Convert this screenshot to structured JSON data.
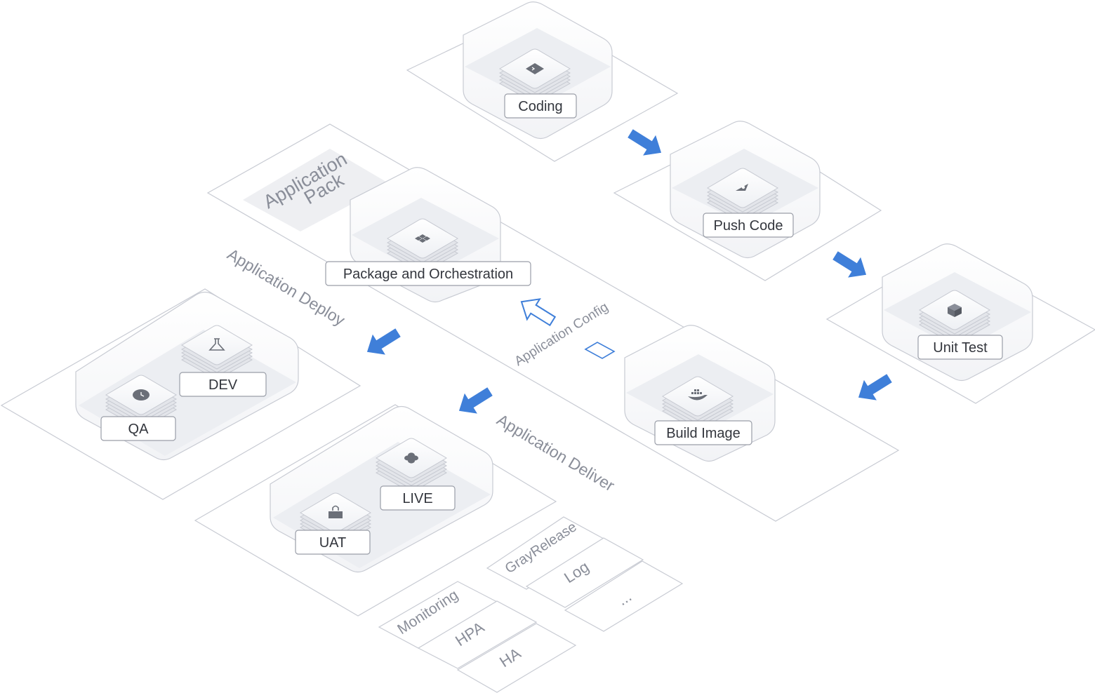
{
  "stations": [
    {
      "id": "coding",
      "label": "Coding",
      "icon": "terminal-icon"
    },
    {
      "id": "push-code",
      "label": "Push Code",
      "icon": "rocket-icon"
    },
    {
      "id": "unit-test",
      "label": "Unit Test",
      "icon": "cube-icon"
    },
    {
      "id": "build-image",
      "label": "Build Image",
      "icon": "docker-whale-icon"
    },
    {
      "id": "package",
      "label": "Package and Orchestration",
      "icon": "grid-icon"
    },
    {
      "id": "qa",
      "label": "QA",
      "icon": "clock-icon"
    },
    {
      "id": "dev",
      "label": "DEV",
      "icon": "flask-icon"
    },
    {
      "id": "uat",
      "label": "UAT",
      "icon": "lock-icon"
    },
    {
      "id": "live",
      "label": "LIVE",
      "icon": "clover-icon"
    }
  ],
  "sections": {
    "app_pack_line1": "Application",
    "app_pack_line2": "Pack",
    "app_deploy": "Application Deploy",
    "app_config": "Application Config",
    "app_deliver": "Application Deliver"
  },
  "features": {
    "gray_release": "GrayRelease",
    "log": "Log",
    "more": "...",
    "monitoring": "Monitoring",
    "hpa": "HPA",
    "ha": "HA"
  },
  "colors": {
    "arrow": "#3f7fd9",
    "outline": "#c8cbd3",
    "label_text": "#33363d",
    "iso_text": "#8a8e99"
  }
}
